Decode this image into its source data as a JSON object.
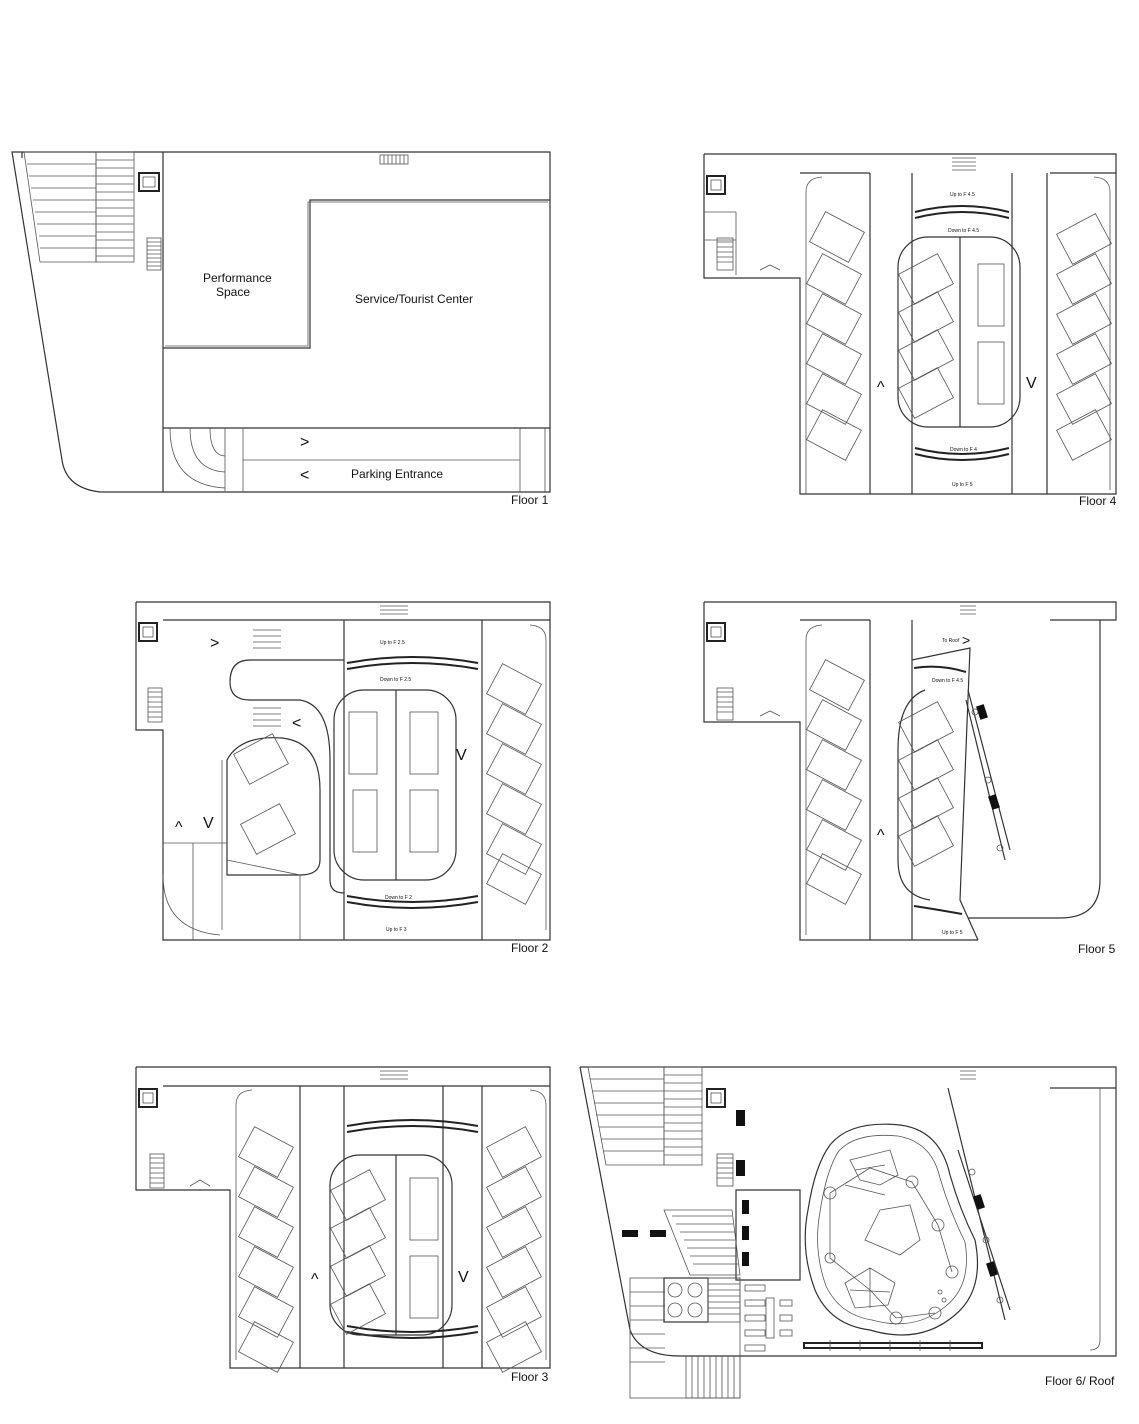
{
  "floors": {
    "f1": {
      "label": "Floor 1",
      "room_performance_1": "Performance",
      "room_performance_2": "Space",
      "room_service": "Service/Tourist Center",
      "parking": "Parking Entrance",
      "arrow_in": ">",
      "arrow_out": "<"
    },
    "f2": {
      "label": "Floor 2",
      "ramp_up": "Up to F 2.5",
      "ramp_down": "Down to F 2.5",
      "ramp_down2": "Down to F 2",
      "ramp_up2": "Up to F 3",
      "arrow_a": ">",
      "arrow_b": "<",
      "arrow_c": "V",
      "arrow_d": "^",
      "arrow_e": "V"
    },
    "f3": {
      "label": "Floor 3",
      "arrow_up": "^",
      "arrow_down": "V"
    },
    "f4": {
      "label": "Floor 4",
      "ramp_1": "Up to F 4.5",
      "ramp_2": "Down to F 4.5",
      "ramp_3": "Down to F 4",
      "ramp_4": "Up to F 5",
      "arrow_up": "^",
      "arrow_down": "V"
    },
    "f5": {
      "label": "Floor 5",
      "ramp_roof": "To Roof",
      "ramp_down": "Down to F 4.5",
      "ramp_up": "Up to F 5",
      "arrow_roof": ">",
      "arrow_up": "^"
    },
    "f6": {
      "label": "Floor 6/ Roof"
    }
  },
  "colors": {
    "line": "#333333",
    "fill": "#111111",
    "background": "#ffffff"
  }
}
